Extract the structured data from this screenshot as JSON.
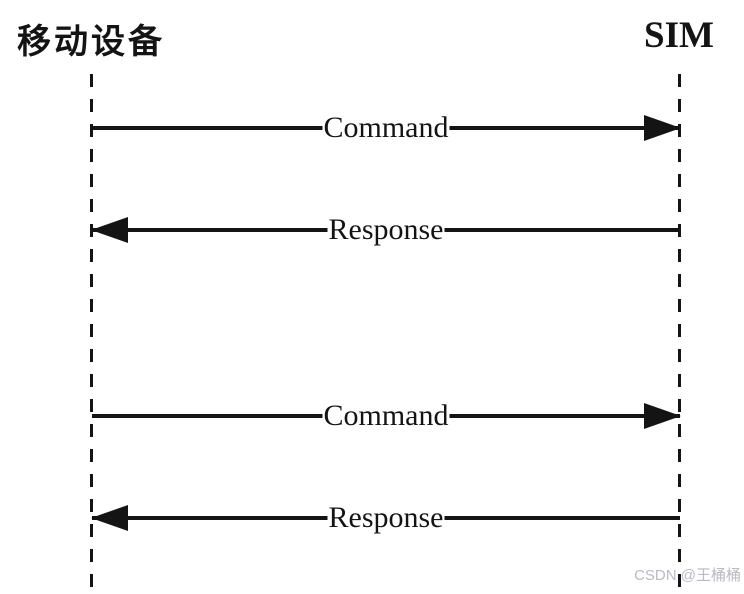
{
  "diagram": {
    "type": "sequence-diagram",
    "actors": {
      "left": {
        "label": "移动设备"
      },
      "right": {
        "label": "SIM"
      }
    },
    "messages": [
      {
        "label": "Command",
        "from": "移动设备",
        "to": "SIM",
        "direction": "right"
      },
      {
        "label": "Response",
        "from": "SIM",
        "to": "移动设备",
        "direction": "left"
      },
      {
        "label": "Command",
        "from": "移动设备",
        "to": "SIM",
        "direction": "right"
      },
      {
        "label": "Response",
        "from": "SIM",
        "to": "移动设备",
        "direction": "left"
      }
    ],
    "colors": {
      "line": "#141414",
      "background": "#ffffff",
      "watermark_text": "#b9bac4"
    }
  },
  "watermark": {
    "text": "CSDN @王桶桶"
  }
}
